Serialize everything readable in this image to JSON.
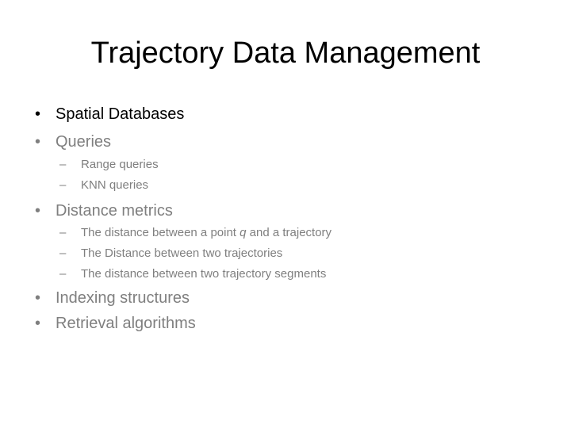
{
  "slide": {
    "title": "Trajectory Data Management",
    "bullet_symbol": "•",
    "dash_symbol": "–",
    "items": [
      {
        "text": "Spatial Databases",
        "level": 1,
        "active": true
      },
      {
        "text": "Queries",
        "level": 1,
        "active": false
      },
      {
        "text": "Range queries",
        "level": 2,
        "active": false
      },
      {
        "text": "KNN queries",
        "level": 2,
        "active": false
      },
      {
        "text": "Distance metrics",
        "level": 1,
        "active": false
      },
      {
        "text_before": "The distance between a point ",
        "text_italic": "q",
        "text_after": " and a trajectory",
        "level": 2,
        "active": false
      },
      {
        "text": "The Distance between two trajectories",
        "level": 2,
        "active": false
      },
      {
        "text": "The distance between two trajectory segments",
        "level": 2,
        "active": false
      },
      {
        "text": "Indexing structures",
        "level": 1,
        "active": false
      },
      {
        "text": "Retrieval algorithms",
        "level": 1,
        "active": false
      }
    ],
    "colors": {
      "active_text": "#000000",
      "inactive_text": "#7f7f7f",
      "background": "#ffffff"
    }
  }
}
